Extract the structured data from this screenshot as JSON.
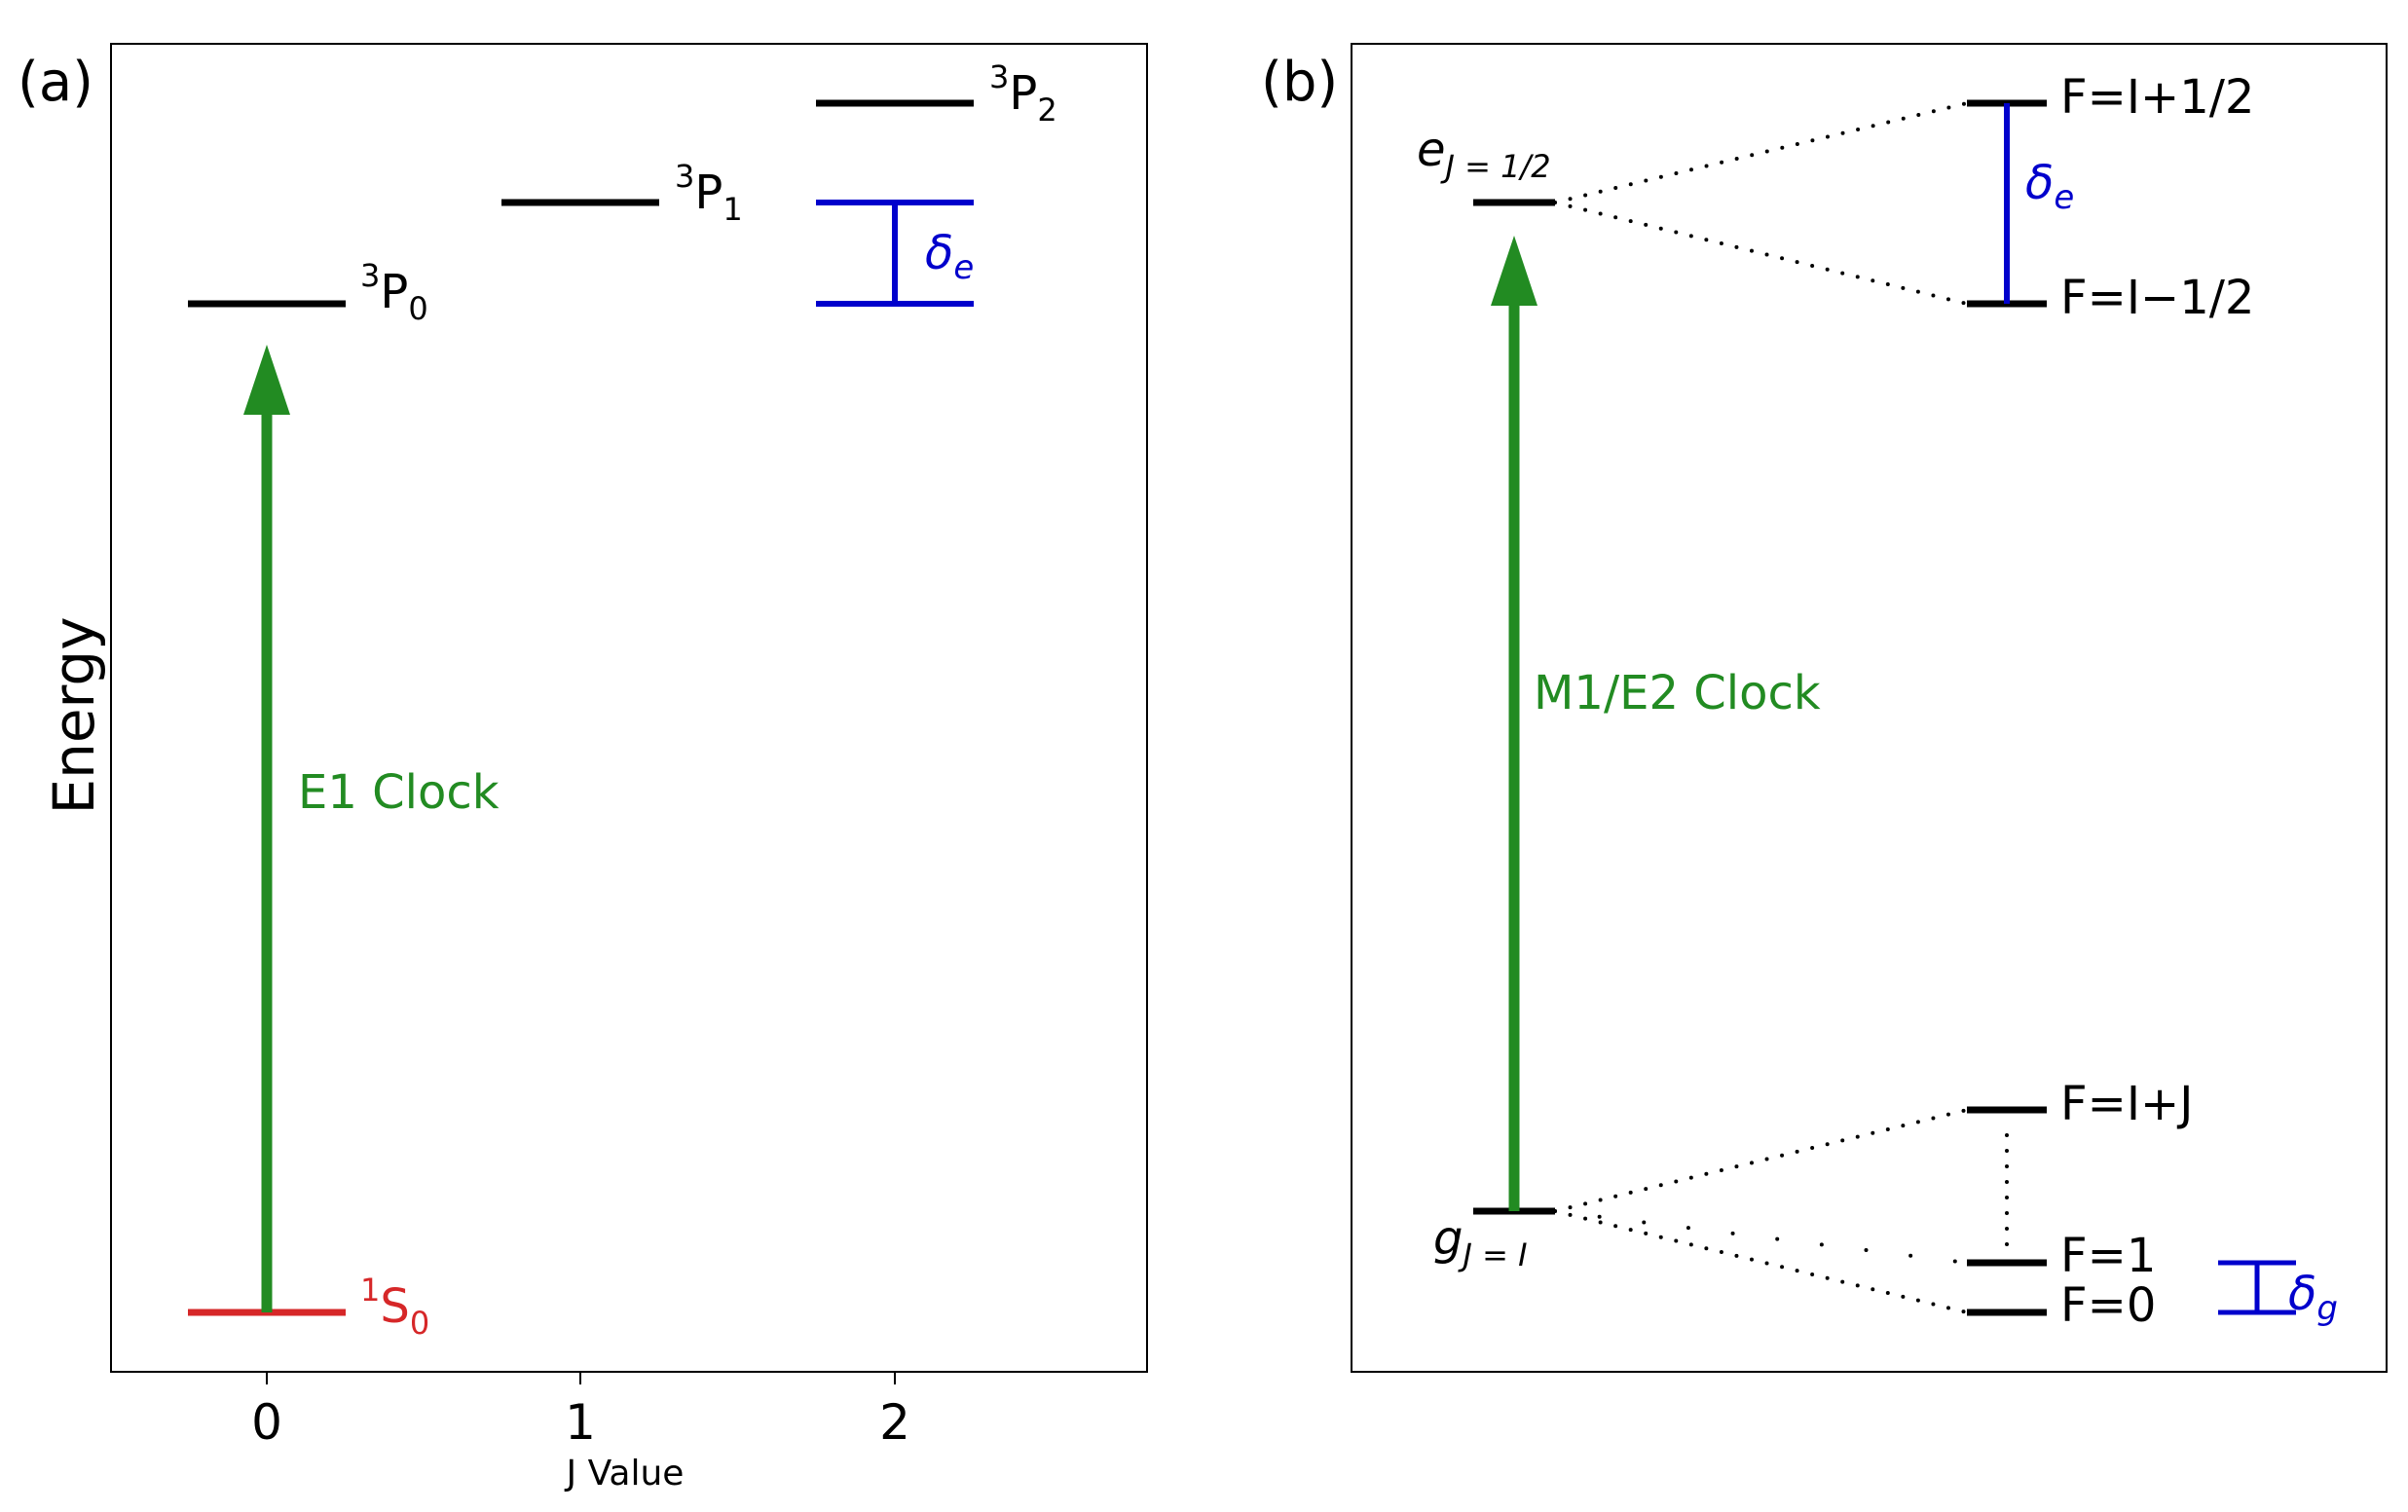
{
  "colors": {
    "level": "#000000",
    "ground": "#d62728",
    "clock_arrow": "#228b22",
    "splitting": "#0000cc"
  },
  "panel_a": {
    "panel_label": "(a)",
    "ylabel": "Energy",
    "xlabel": "J Value",
    "x_ticks": [
      "0",
      "1",
      "2"
    ],
    "levels": {
      "ground": {
        "term": "S",
        "sup": "1",
        "sub": "0"
      },
      "p0": {
        "term": "P",
        "sup": "3",
        "sub": "0"
      },
      "p1": {
        "term": "P",
        "sup": "3",
        "sub": "1"
      },
      "p2": {
        "term": "P",
        "sup": "3",
        "sub": "2"
      }
    },
    "clock_label": "E1 Clock",
    "splitting_label": {
      "base": "δ",
      "sub": "e"
    }
  },
  "panel_b": {
    "panel_label": "(b)",
    "excited_state": {
      "base": "e",
      "sub": "J = 1/2"
    },
    "ground_state": {
      "base": "g",
      "sub": "J = I"
    },
    "clock_label": "M1/E2 Clock",
    "excited_levels": [
      "F=I+1/2",
      "F=I−1/2"
    ],
    "ground_levels": [
      "F=I+J",
      "F=1",
      "F=0"
    ],
    "delta_e": {
      "base": "δ",
      "sub": "e"
    },
    "delta_g": {
      "base": "δ",
      "sub": "g"
    }
  }
}
